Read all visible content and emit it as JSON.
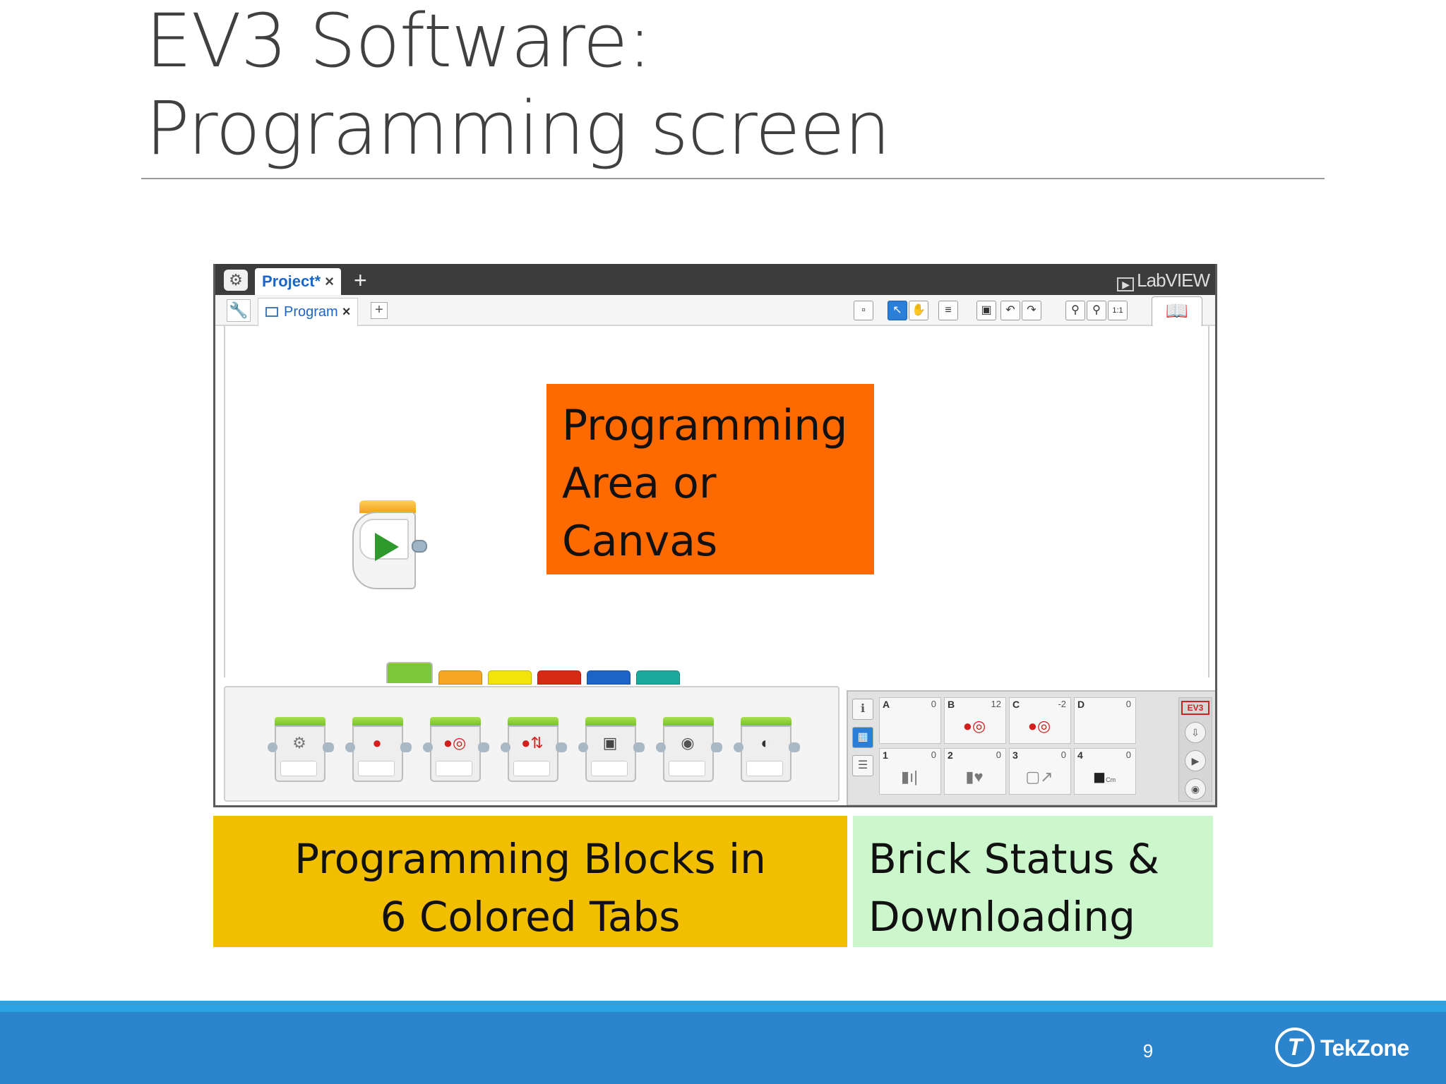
{
  "slide": {
    "title_line1": "EV3 Software:",
    "title_line2": "Programming screen",
    "page_number": "9"
  },
  "ev3_window": {
    "project_tab": "Project*",
    "project_tab_close": "×",
    "add_project": "+",
    "brand": "LabVIEW",
    "program_tab": "Program",
    "program_tab_close": "×",
    "add_program": "+",
    "toolbar_buttons": [
      "new-document",
      "select-pointer",
      "pan-hand",
      "comment",
      "save",
      "undo",
      "redo",
      "zoom-out",
      "zoom-in",
      "zoom-reset",
      "content-editor"
    ],
    "zoom_reset_label": "1:1",
    "palette_tab_colors": [
      "#7cc63a",
      "#f5a623",
      "#f2e30a",
      "#d62a14",
      "#1e64c8",
      "#1aa99a"
    ],
    "palette_blocks": [
      "medium-motor",
      "large-motor",
      "move-steering",
      "move-tank",
      "display",
      "sound",
      "brick-status-light"
    ],
    "brick_ports_motor": [
      {
        "port": "A",
        "value": "0"
      },
      {
        "port": "B",
        "value": "12"
      },
      {
        "port": "C",
        "value": "-2"
      },
      {
        "port": "D",
        "value": "0"
      }
    ],
    "brick_ports_sensor": [
      {
        "port": "1",
        "value": "0"
      },
      {
        "port": "2",
        "value": "0"
      },
      {
        "port": "3",
        "value": "0"
      },
      {
        "port": "4",
        "value": "0"
      }
    ],
    "brick_badge": "EV3",
    "sensor_unit": "Cm"
  },
  "callouts": {
    "canvas_line1": "Programming",
    "canvas_line2": "Area or Canvas",
    "blocks_line1": "Programming Blocks in",
    "blocks_line2": "6 Colored Tabs",
    "brick_line1": "Brick Status &",
    "brick_line2": "Downloading"
  },
  "colors": {
    "canvas_callout": "#ff6a00",
    "blocks_callout": "#f2bf00",
    "brick_callout": "#ccf7cc",
    "footer": "#2b84cc"
  },
  "footer": {
    "logo_text": "TekZone"
  }
}
